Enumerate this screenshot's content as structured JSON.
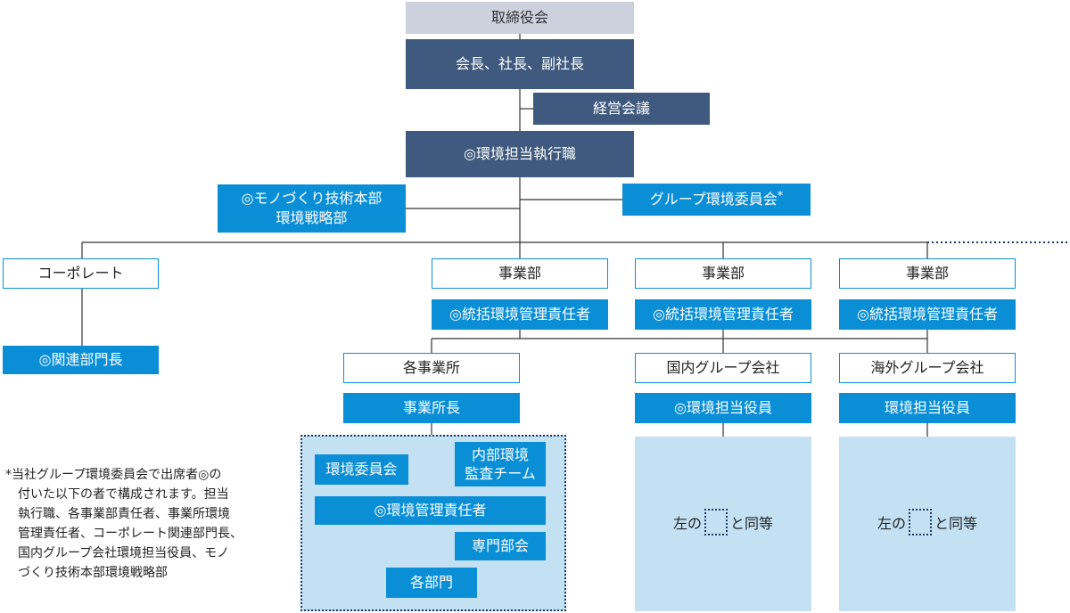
{
  "nodes": {
    "board": "取締役会",
    "chairman": "会長、社長、副社長",
    "management_meeting": "経営会議",
    "env_officer": "◎環境担当執行職",
    "monozukuri_line1": "◎モノづくり技術本部",
    "monozukuri_line2": "環境戦略部",
    "group_committee": "グループ環境委員会",
    "group_committee_mark": "*",
    "corporate": "コーポレート",
    "related_dept_head": "◎関連部門長",
    "business_unit": "事業部",
    "general_env_manager": "◎統括環境管理責任者",
    "business_site": "各事業所",
    "site_head": "事業所長",
    "domestic_group": "国内グループ会社",
    "domestic_officer": "◎環境担当役員",
    "overseas_group": "海外グループ会社",
    "overseas_officer": "環境担当役員",
    "env_committee": "環境委員会",
    "audit_line1": "内部環境",
    "audit_line2": "監査チーム",
    "env_manager": "◎環境管理責任者",
    "special_subcommittee": "専門部会",
    "departments": "各部門",
    "same_as_left_prefix": "左の",
    "same_as_left_suffix": "と同等"
  },
  "footnote": {
    "lines": [
      "*当社グループ環境委員会で出席者◎の",
      "付いた以下の者で構成されます。担当",
      "執行職、各事業部責任者、事業所環境",
      "管理責任者、コーポレート関連部門長、",
      "国内グループ会社環境担当役員、モノ",
      "づくり技術本部環境戦略部"
    ]
  },
  "colors": {
    "board": "#cdd1dd",
    "navy": "#3f5a7e",
    "blue": "#0a8ed6",
    "pale_blue": "#c4e1f4",
    "dotted": "#1b3a66"
  }
}
